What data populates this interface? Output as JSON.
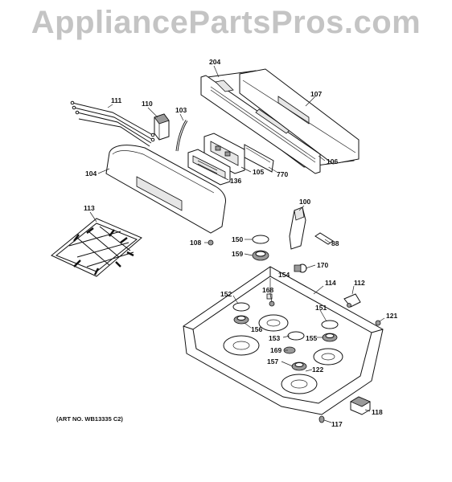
{
  "watermark": "AppliancePartsPros.com",
  "art_number": "(ART NO. WB13335 C2)",
  "part_labels": {
    "p204": "204",
    "p107": "107",
    "p111": "111",
    "p110": "110",
    "p103": "103",
    "p104": "104",
    "p105": "105",
    "p136": "136",
    "p770": "770",
    "p106": "106",
    "p113": "113",
    "p100": "100",
    "p88": "88",
    "p150": "150",
    "p159": "159",
    "p108": "108",
    "p170": "170",
    "p154": "154",
    "p114": "114",
    "p112": "112",
    "p152": "152",
    "p168": "168",
    "p151": "151",
    "p121": "121",
    "p156": "156",
    "p153": "153",
    "p155": "155",
    "p169": "169",
    "p157": "157",
    "p122": "122",
    "p118": "118",
    "p117": "117"
  }
}
